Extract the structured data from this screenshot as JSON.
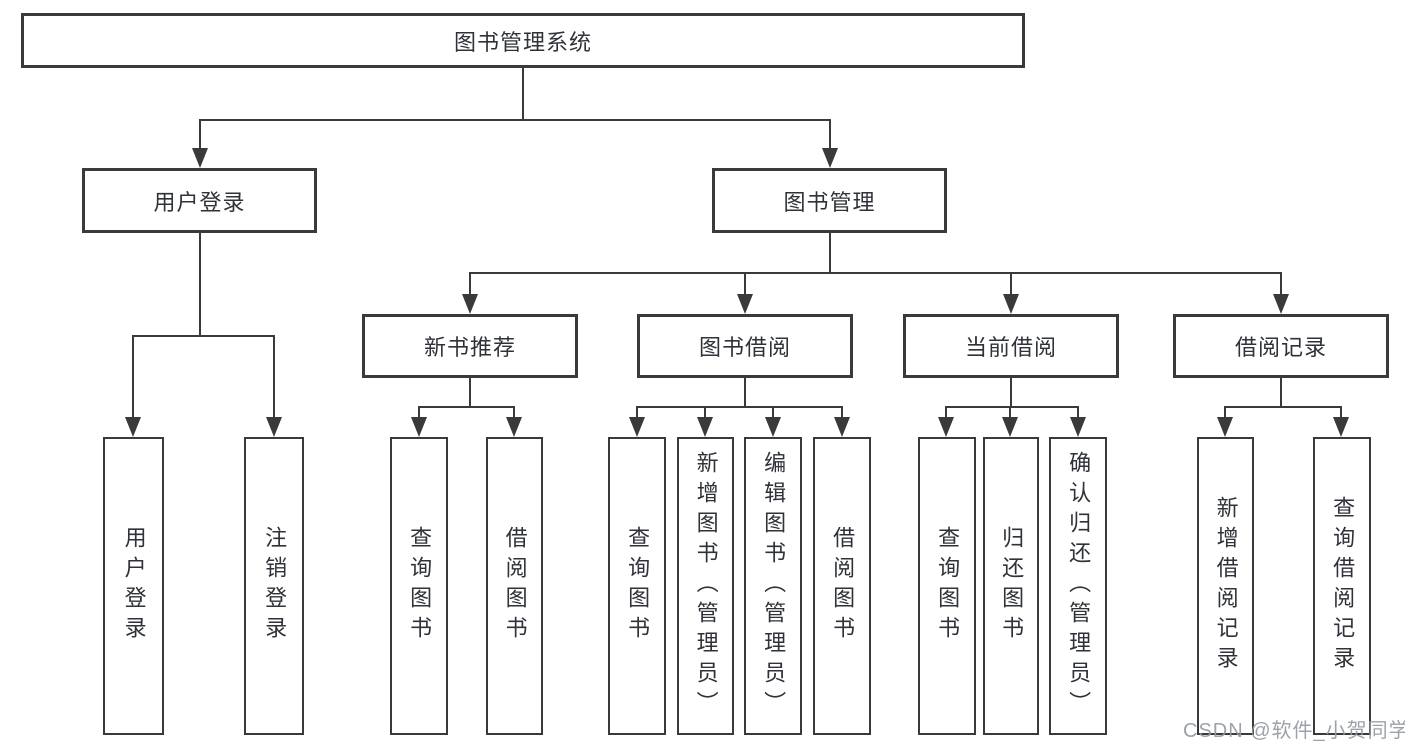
{
  "nodes": {
    "root": "图书管理系统",
    "user_login": "用户登录",
    "book_mgmt": "图书管理",
    "new_books": "新书推荐",
    "book_borrow": "图书借阅",
    "current_borrow": "当前借阅",
    "borrow_records": "借阅记录",
    "ul_login": "用户登录",
    "ul_logout": "注销登录",
    "nb_query": "查询图书",
    "nb_borrow": "借阅图书",
    "bb_query": "查询图书",
    "bb_add": "新增图书（管理员）",
    "bb_edit": "编辑图书（管理员）",
    "bb_borrow": "借阅图书",
    "cb_query": "查询图书",
    "cb_return": "归还图书",
    "cb_confirm": "确认归还（管理员）",
    "br_add": "新增借阅记录",
    "br_query": "查询借阅记录"
  },
  "watermark": "CSDN @软件_小贺同学",
  "colors": {
    "line": "#3a3a3a",
    "text": "#2f3238",
    "watermark": "#949aa4",
    "background": "#ffffff"
  }
}
